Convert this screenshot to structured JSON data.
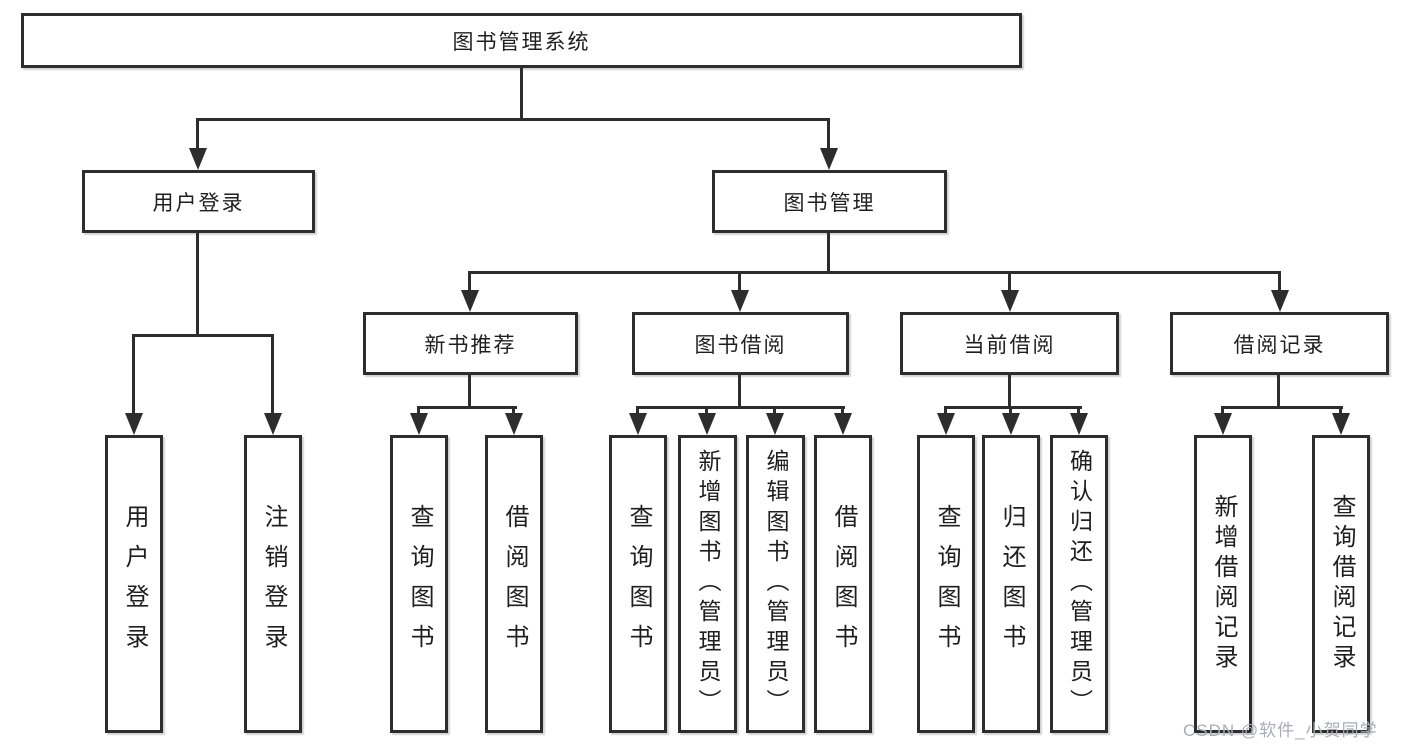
{
  "tree": {
    "root": {
      "label": "图书管理系统"
    },
    "branches": [
      {
        "label": "用户登录",
        "children": [
          {
            "label": "用户登录"
          },
          {
            "label": "注销登录"
          }
        ]
      },
      {
        "label": "图书管理",
        "children": [
          {
            "label": "新书推荐",
            "children": [
              {
                "label": "查询图书"
              },
              {
                "label": "借阅图书"
              }
            ]
          },
          {
            "label": "图书借阅",
            "children": [
              {
                "label": "查询图书"
              },
              {
                "label": "新增图书（管理员）"
              },
              {
                "label": "编辑图书（管理员）"
              },
              {
                "label": "借阅图书"
              }
            ]
          },
          {
            "label": "当前借阅",
            "children": [
              {
                "label": "查询图书"
              },
              {
                "label": "归还图书"
              },
              {
                "label": "确认归还（管理员）"
              }
            ]
          },
          {
            "label": "借阅记录",
            "children": [
              {
                "label": "新增借阅记录"
              },
              {
                "label": "查询借阅记录"
              }
            ]
          }
        ]
      }
    ]
  },
  "watermark": {
    "text": "CSDN @软件_小贺同学"
  },
  "colors": {
    "line": "#2d2d2d",
    "box_border": "#2d2d2d",
    "background": "#ffffff",
    "text": "#1f1f1f",
    "watermark": "#a9adb5"
  }
}
